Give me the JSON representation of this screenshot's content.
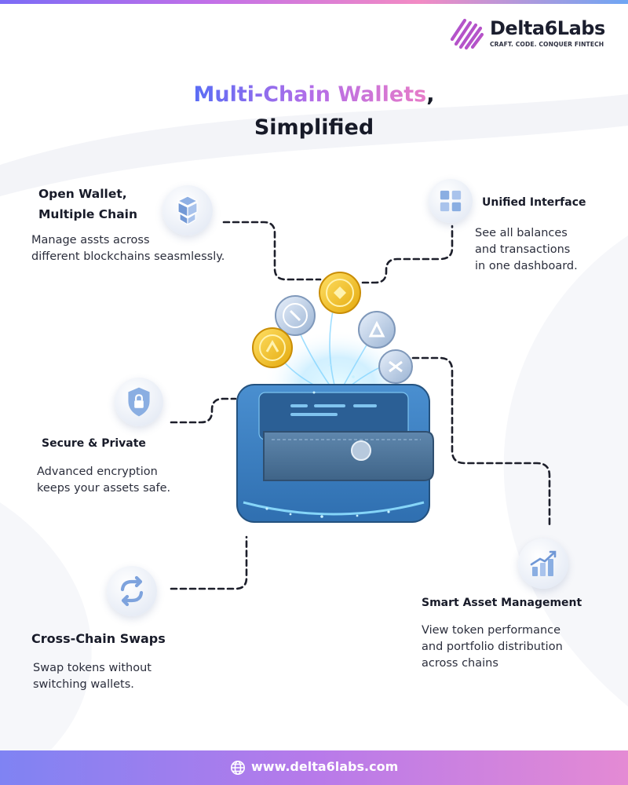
{
  "brand": {
    "name": "Delta6Labs",
    "tagline": "CRAFT. CODE. CONQUER FINTECH"
  },
  "title": {
    "highlight": "Multi-Chain Wallets",
    "punct": ",",
    "line2": "Simplified"
  },
  "features": {
    "open_wallet": {
      "heading_line1": "Open Wallet,",
      "heading_line2": "Multiple Chain",
      "desc_line1": "Manage assts across",
      "desc_line2": "different blockchains seasmlessly.",
      "icon": "stacked-blocks-icon"
    },
    "unified": {
      "heading": "Unified Interface",
      "desc_line1": "See all balances",
      "desc_line2": "and transactions",
      "desc_line3": "in one dashboard.",
      "icon": "dashboard-grid-icon"
    },
    "secure": {
      "heading": "Secure & Private",
      "desc_line1": "Advanced encryption",
      "desc_line2": "keeps your assets safe.",
      "icon": "shield-lock-icon"
    },
    "smart_asset": {
      "heading": "Smart Asset Management",
      "desc_line1": "View token performance",
      "desc_line2": "and portfolio distribution",
      "desc_line3": "across chains",
      "icon": "growth-chart-icon"
    },
    "swaps": {
      "heading": "Cross-Chain Swaps",
      "desc_line1": "Swap tokens without",
      "desc_line2": "switching wallets.",
      "icon": "swap-arrows-icon"
    }
  },
  "footer": {
    "url": "www.delta6labs.com",
    "icon": "globe-icon"
  },
  "colors": {
    "accent_blue": "#5a6df5",
    "accent_purple": "#b26de8",
    "accent_pink": "#e77cc8",
    "gold": "#f2c21a",
    "wallet_blue": "#3f86c8"
  }
}
